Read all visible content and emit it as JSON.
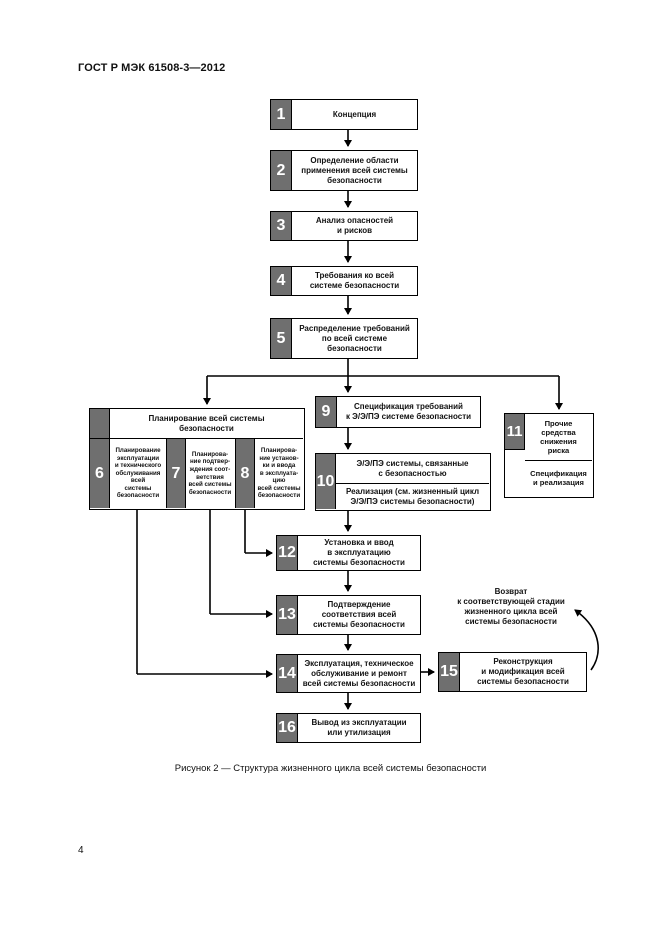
{
  "header": "ГОСТ Р МЭК 61508-3—2012",
  "page_number": "4",
  "caption": "Рисунок 2 — Структура жизненного цикла всей системы безопасности",
  "boxes": {
    "b1": {
      "num": "1",
      "text": "Концепция"
    },
    "b2": {
      "num": "2",
      "text": "Определение области\nприменения всей системы\nбезопасности"
    },
    "b3": {
      "num": "3",
      "text": "Анализ опасностей\nи рисков"
    },
    "b4": {
      "num": "4",
      "text": "Требования ко всей\nсистеме безопасности"
    },
    "b5": {
      "num": "5",
      "text": "Распределение требований\nпо всей системе\nбезопасности"
    },
    "b9": {
      "num": "9",
      "text": "Спецификация требований\nк Э/Э/ПЭ системе безопасности"
    },
    "b10": {
      "num": "10",
      "text_top": "Э/Э/ПЭ системы, связанные\nс безопасностью",
      "text_bottom": "Реализация (см. жизненный цикл\nЭ/Э/ПЭ системы безопасности)"
    },
    "b11": {
      "num": "11",
      "text_top": "Прочие\nсредства\nснижения\nриска",
      "text_bottom": "Спецификация\nи реализация"
    },
    "b12": {
      "num": "12",
      "text": "Установка и ввод\nв эксплуатацию\nсистемы безопасности"
    },
    "b13": {
      "num": "13",
      "text": "Подтверждение\nсоответствия всей\nсистемы безопасности"
    },
    "b14": {
      "num": "14",
      "text": "Эксплуатация, техническое\nобслуживание и ремонт\nвсей системы безопасности"
    },
    "b15": {
      "num": "15",
      "text": "Реконструкция\nи модификация всей\nсистемы безопасности"
    },
    "b16": {
      "num": "16",
      "text": "Вывод из эксплуатации\nили утилизация"
    }
  },
  "planning": {
    "title": "Планирование всей системы\nбезопасности",
    "b6": {
      "num": "6",
      "text": "Планирование\nэксплуатации\nи технического\nобслуживания\nвсей\nсистемы\nбезопасности"
    },
    "b7": {
      "num": "7",
      "text": "Планирова-\nние подтвер-\nждения соот-\nветствия\nвсей системы\nбезопасности"
    },
    "b8": {
      "num": "8",
      "text": "Планирова-\nние установ-\nки и ввода\nв эксплуата-\nцию\nвсей системы\nбезопасности"
    }
  },
  "return_note": "Возврат\nк соответствующей стадии\nжизненного цикла всей\nсистемы безопасности"
}
